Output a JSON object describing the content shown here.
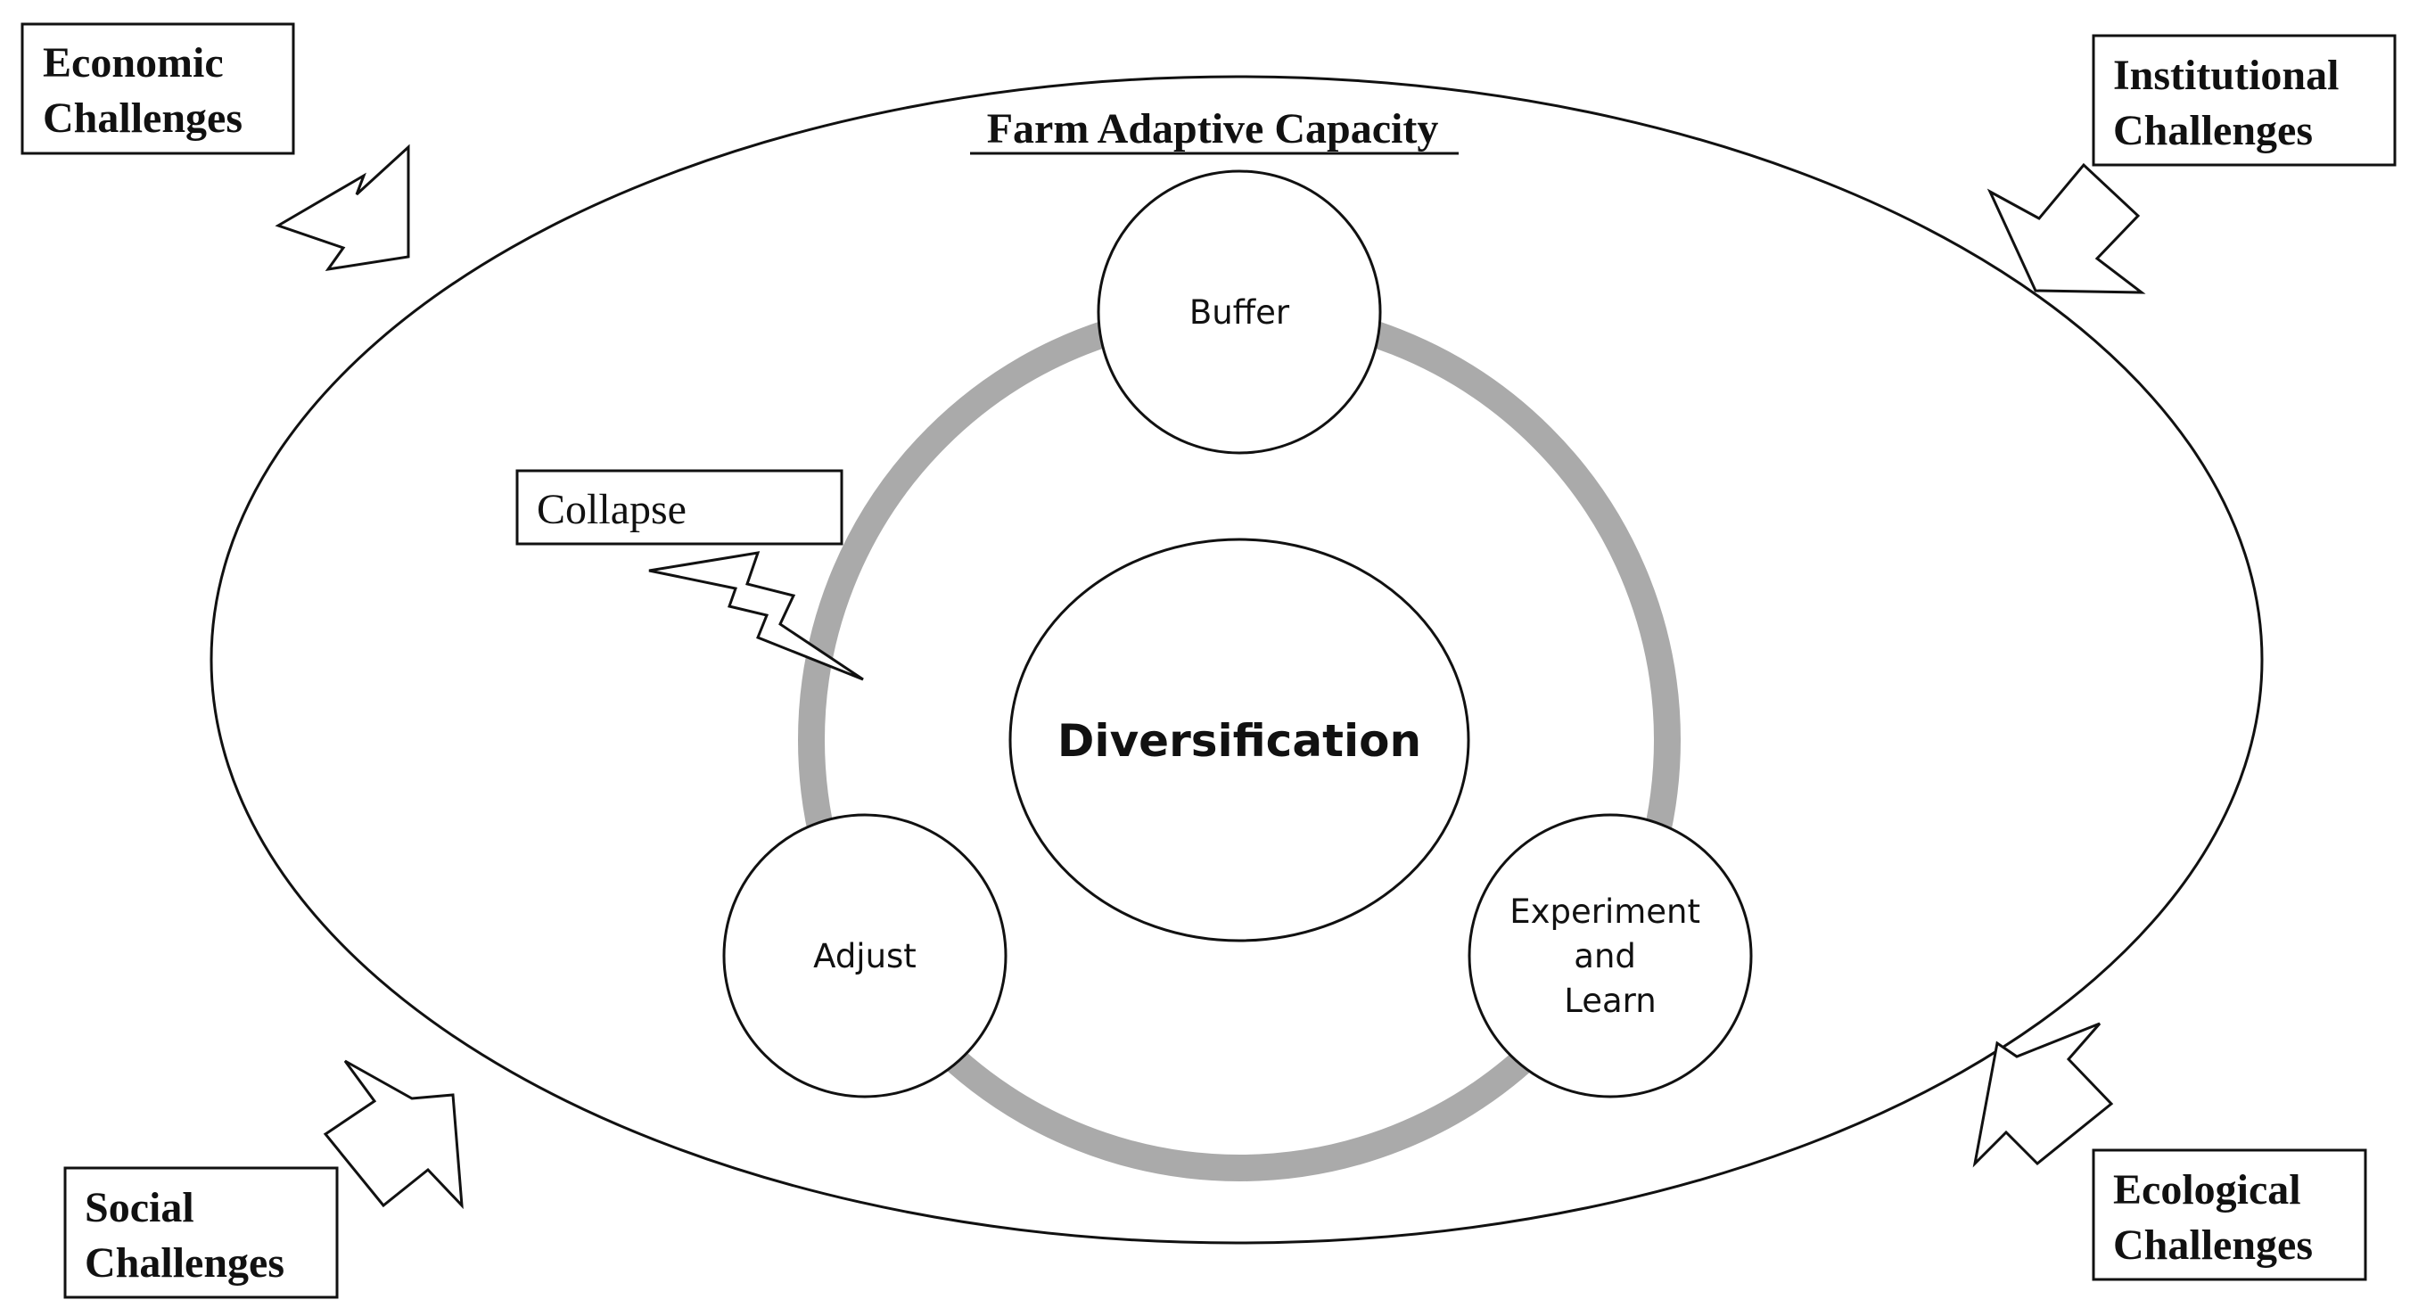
{
  "title": "Farm Adaptive Capacity",
  "center": "Diversification",
  "nodes": {
    "buffer": "Buffer",
    "adjust": "Adjust",
    "experiment": [
      "Experiment",
      "and",
      "Learn"
    ]
  },
  "collapse": "Collapse",
  "challenges": {
    "economic": [
      "Economic",
      "Challenges"
    ],
    "institutional": [
      "Institutional",
      "Challenges"
    ],
    "social": [
      "Social",
      "Challenges"
    ],
    "ecological": [
      "Ecological",
      "Challenges"
    ]
  },
  "colors": {
    "ring": "#aaaaaa",
    "stroke": "#111111",
    "fill": "#ffffff"
  }
}
